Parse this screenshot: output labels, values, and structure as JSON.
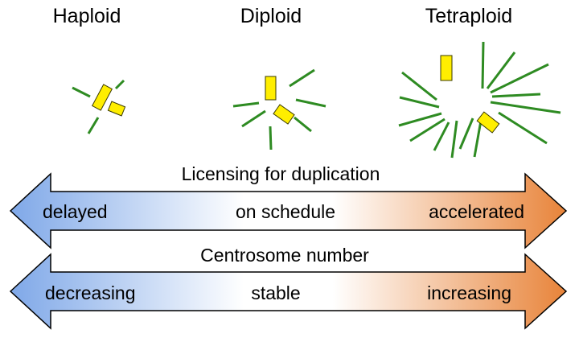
{
  "ploidy_labels": {
    "haploid": "Haploid",
    "diploid": "Diploid",
    "tetraploid": "Tetraploid"
  },
  "licensing": {
    "title": "Licensing for duplication",
    "left": "delayed",
    "center": "on schedule",
    "right": "accelerated"
  },
  "centrosome": {
    "title": "Centrosome number",
    "left": "decreasing",
    "center": "stable",
    "right": "increasing"
  },
  "colors": {
    "gradient_left": "#7fa8e8",
    "gradient_mid": "#ffffff",
    "gradient_right": "#e8843a",
    "microtubule": "#2e8b22",
    "centriole_fill": "#ffee00",
    "centriole_stroke": "#3a3a00"
  }
}
